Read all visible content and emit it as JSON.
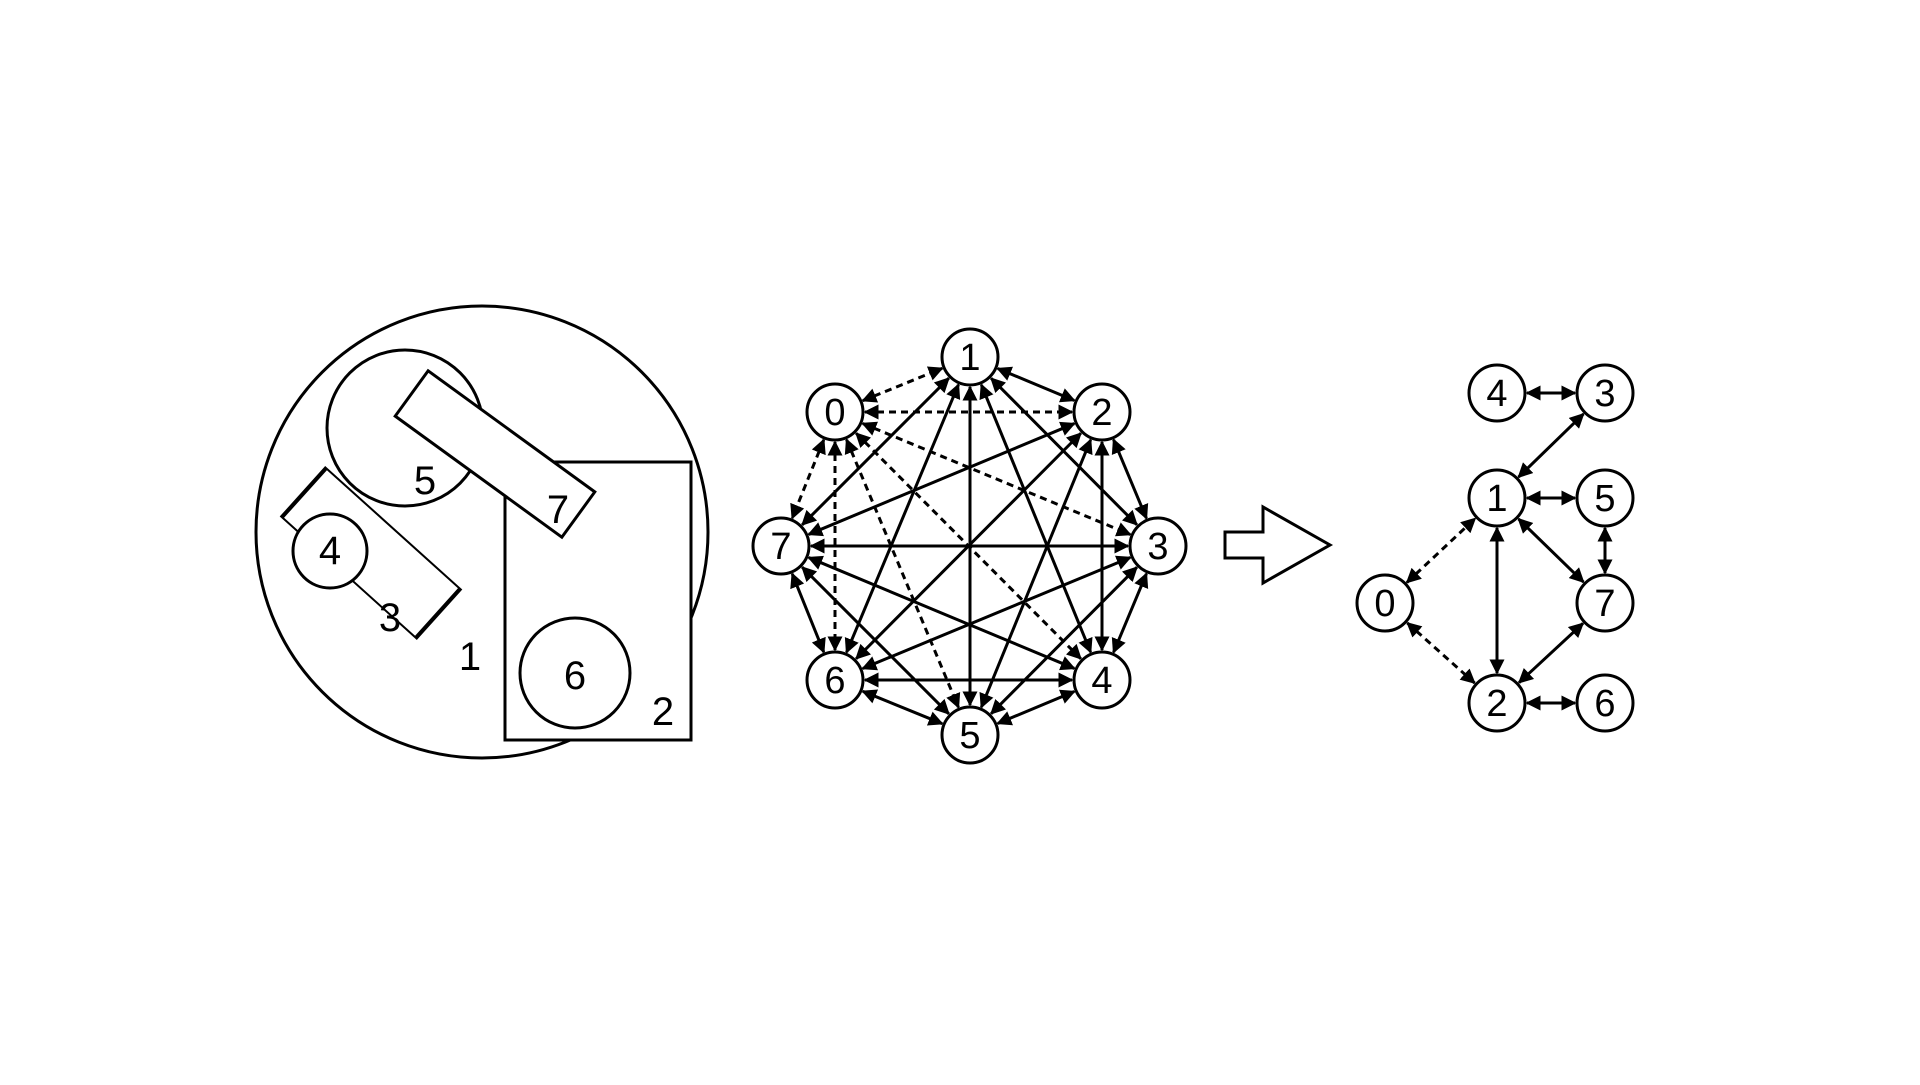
{
  "layout_diagram": {
    "regions": [
      {
        "id": "region-1",
        "label": "1"
      },
      {
        "id": "region-5",
        "label": "5"
      },
      {
        "id": "region-4",
        "label": "4"
      },
      {
        "id": "region-3",
        "label": "3"
      },
      {
        "id": "region-7",
        "label": "7"
      },
      {
        "id": "region-2",
        "label": "2"
      },
      {
        "id": "region-6",
        "label": "6"
      }
    ]
  },
  "complete_graph": {
    "nodes": [
      "0",
      "1",
      "2",
      "3",
      "4",
      "5",
      "6",
      "7"
    ],
    "dashed_edges": [
      [
        "0",
        "1"
      ],
      [
        "0",
        "2"
      ],
      [
        "0",
        "3"
      ],
      [
        "0",
        "4"
      ],
      [
        "0",
        "5"
      ],
      [
        "0",
        "6"
      ],
      [
        "0",
        "7"
      ]
    ],
    "solid_edges": "all remaining pairs among nodes 1-7"
  },
  "arrow": {
    "direction": "right"
  },
  "reduced_graph": {
    "nodes": [
      "0",
      "1",
      "2",
      "3",
      "4",
      "5",
      "6",
      "7"
    ],
    "edges": [
      {
        "from": "4",
        "to": "3",
        "style": "solid"
      },
      {
        "from": "3",
        "to": "1",
        "style": "solid"
      },
      {
        "from": "1",
        "to": "5",
        "style": "solid"
      },
      {
        "from": "5",
        "to": "7",
        "style": "solid"
      },
      {
        "from": "1",
        "to": "7",
        "style": "solid"
      },
      {
        "from": "1",
        "to": "2",
        "style": "solid"
      },
      {
        "from": "7",
        "to": "2",
        "style": "solid"
      },
      {
        "from": "2",
        "to": "6",
        "style": "solid"
      },
      {
        "from": "0",
        "to": "1",
        "style": "dashed"
      },
      {
        "from": "0",
        "to": "2",
        "style": "dashed"
      }
    ]
  }
}
